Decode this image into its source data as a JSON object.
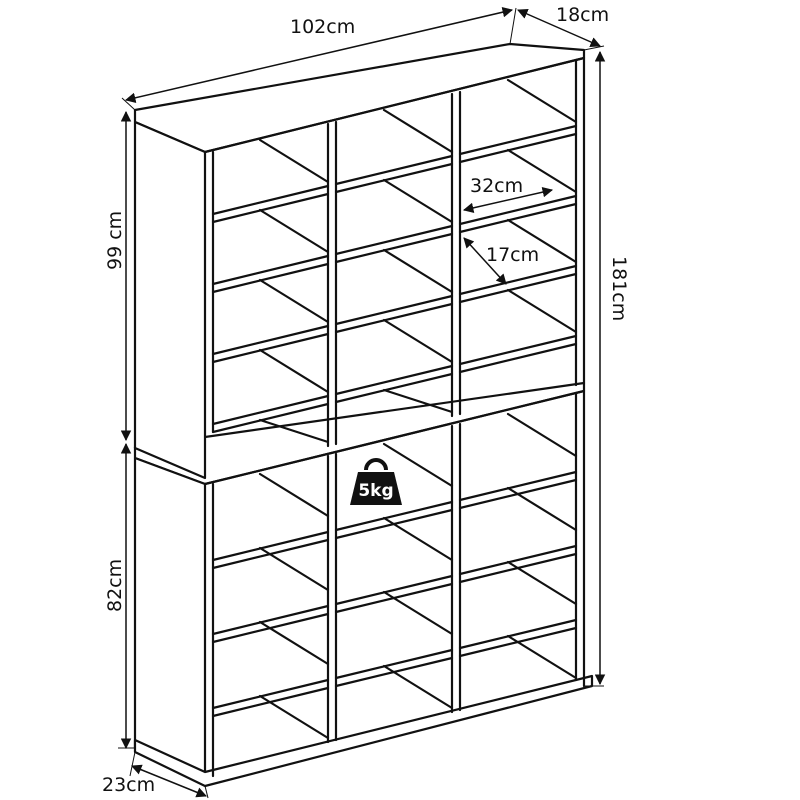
{
  "dimensions": {
    "width": "102cm",
    "depth_top": "18cm",
    "height_upper": "99 cm",
    "height_total": "181cm",
    "height_lower": "82cm",
    "depth_bottom": "23cm",
    "compartment_width": "32cm",
    "compartment_height": "17cm"
  },
  "weight_badge": {
    "label": "5kg"
  },
  "icons": {
    "weight": "kettlebell-weight-icon"
  },
  "colors": {
    "line": "#111111",
    "background": "#ffffff"
  }
}
